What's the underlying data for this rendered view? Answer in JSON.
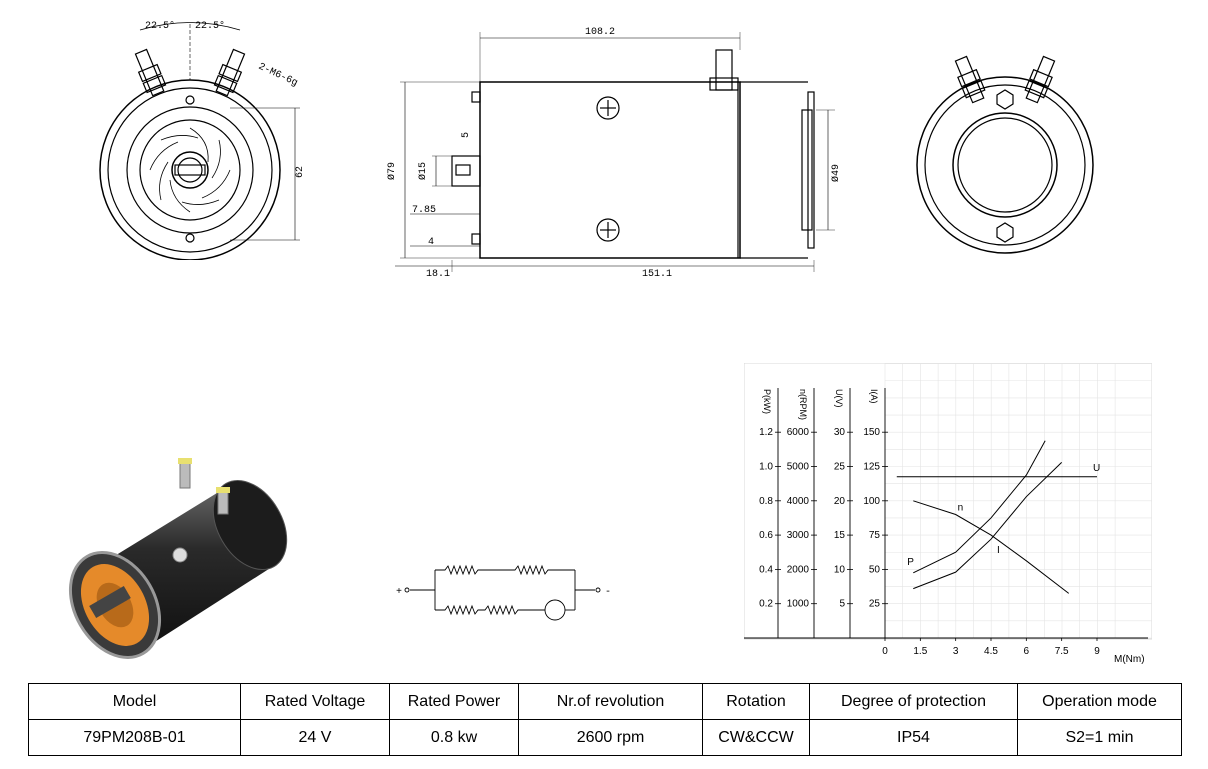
{
  "drawing": {
    "front_view": {
      "angle_left": "22.5°",
      "angle_right": "22.5°",
      "terminal_callout": "2-M6-6g",
      "dim_height": "62"
    },
    "side_view": {
      "dim_top": "108.2",
      "dim_diameter": "Ø79",
      "dim_shaft": "Ø15",
      "dim_key": "5",
      "dim_shaft_len": "7.85",
      "dim_flange": "4",
      "dim_ext": "18.1",
      "dim_length": "151.1",
      "dim_pilot": "Ø49"
    },
    "wiring": {
      "plus": "+",
      "minus": "-"
    }
  },
  "chart_data": {
    "type": "line",
    "xlabel": "M(Nm)",
    "x_ticks": [
      "0",
      "1.5",
      "3",
      "4.5",
      "6",
      "7.5",
      "9"
    ],
    "xlim": [
      0,
      9
    ],
    "axes": [
      {
        "label": "P(kW)",
        "ticks": [
          "0.2",
          "0.4",
          "0.6",
          "0.8",
          "1.0",
          "1.2"
        ]
      },
      {
        "label": "n(RPM)",
        "ticks": [
          "1000",
          "2000",
          "3000",
          "4000",
          "5000",
          "6000"
        ]
      },
      {
        "label": "U(V)",
        "ticks": [
          "5",
          "10",
          "15",
          "20",
          "25",
          "30"
        ]
      },
      {
        "label": "I(A)",
        "ticks": [
          "25",
          "50",
          "75",
          "100",
          "125",
          "150"
        ]
      }
    ],
    "series": [
      {
        "name": "U",
        "axis": "U(V)",
        "points": [
          [
            0.5,
            23.5
          ],
          [
            9,
            23.5
          ]
        ]
      },
      {
        "name": "n",
        "axis": "n(RPM)",
        "points": [
          [
            1.2,
            4000
          ],
          [
            3,
            3600
          ],
          [
            4.5,
            3000
          ],
          [
            6,
            2250
          ],
          [
            7.8,
            1300
          ]
        ]
      },
      {
        "name": "P",
        "axis": "P(kW)",
        "points": [
          [
            1.2,
            0.38
          ],
          [
            3,
            0.5
          ],
          [
            4.5,
            0.7
          ],
          [
            6,
            0.95
          ],
          [
            6.8,
            1.15
          ]
        ]
      },
      {
        "name": "I",
        "axis": "I(A)",
        "points": [
          [
            1.2,
            36
          ],
          [
            3,
            48
          ],
          [
            4.5,
            72
          ],
          [
            6,
            103
          ],
          [
            7.5,
            128
          ]
        ]
      }
    ]
  },
  "spec_table": {
    "headers": [
      "Model",
      "Rated Voltage",
      "Rated Power",
      "Nr.of revolution",
      "Rotation",
      "Degree of protection",
      "Operation mode"
    ],
    "values": [
      "79PM208B-01",
      "24 V",
      "0.8 kw",
      "2600 rpm",
      "CW&CCW",
      "IP54",
      "S2=1 min"
    ]
  }
}
